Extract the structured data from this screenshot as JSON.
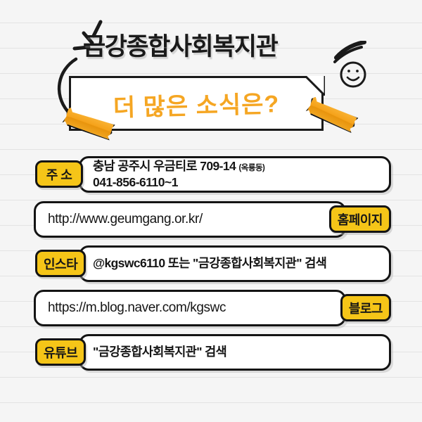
{
  "header": {
    "org_title": "금강종합사회복지관",
    "banner_text": "더 많은 소식은?",
    "smiley_icon": "smiley-face-icon",
    "sparkle_icon": "sparkle-lines-icon",
    "arrow_icon": "curved-arrow-icon",
    "tape_icon": "tape-strip-icon"
  },
  "colors": {
    "badge_yellow": "#f5c518",
    "tape_orange": "#f5a623",
    "ink_black": "#141414",
    "paper_gray": "#f5f5f5",
    "rule_line": "#e3e3e3"
  },
  "rows": [
    {
      "badge": "주 소",
      "badge_side": "left",
      "line1": "충남 공주시 우금티로 709-14",
      "line1_paren": "(옥룡동)",
      "line2": "041-856-6110~1"
    },
    {
      "badge": "홈페이지",
      "badge_side": "right",
      "line1": "http://www.geumgang.or.kr/"
    },
    {
      "badge": "인스타",
      "badge_side": "left",
      "line1": "@kgswc6110 또는 \"금강종합사회복지관\" 검색"
    },
    {
      "badge": "블로그",
      "badge_side": "right",
      "line1": "https://m.blog.naver.com/kgswc"
    },
    {
      "badge": "유튜브",
      "badge_side": "left",
      "line1": "\"금강종합사회복지관\" 검색"
    }
  ]
}
